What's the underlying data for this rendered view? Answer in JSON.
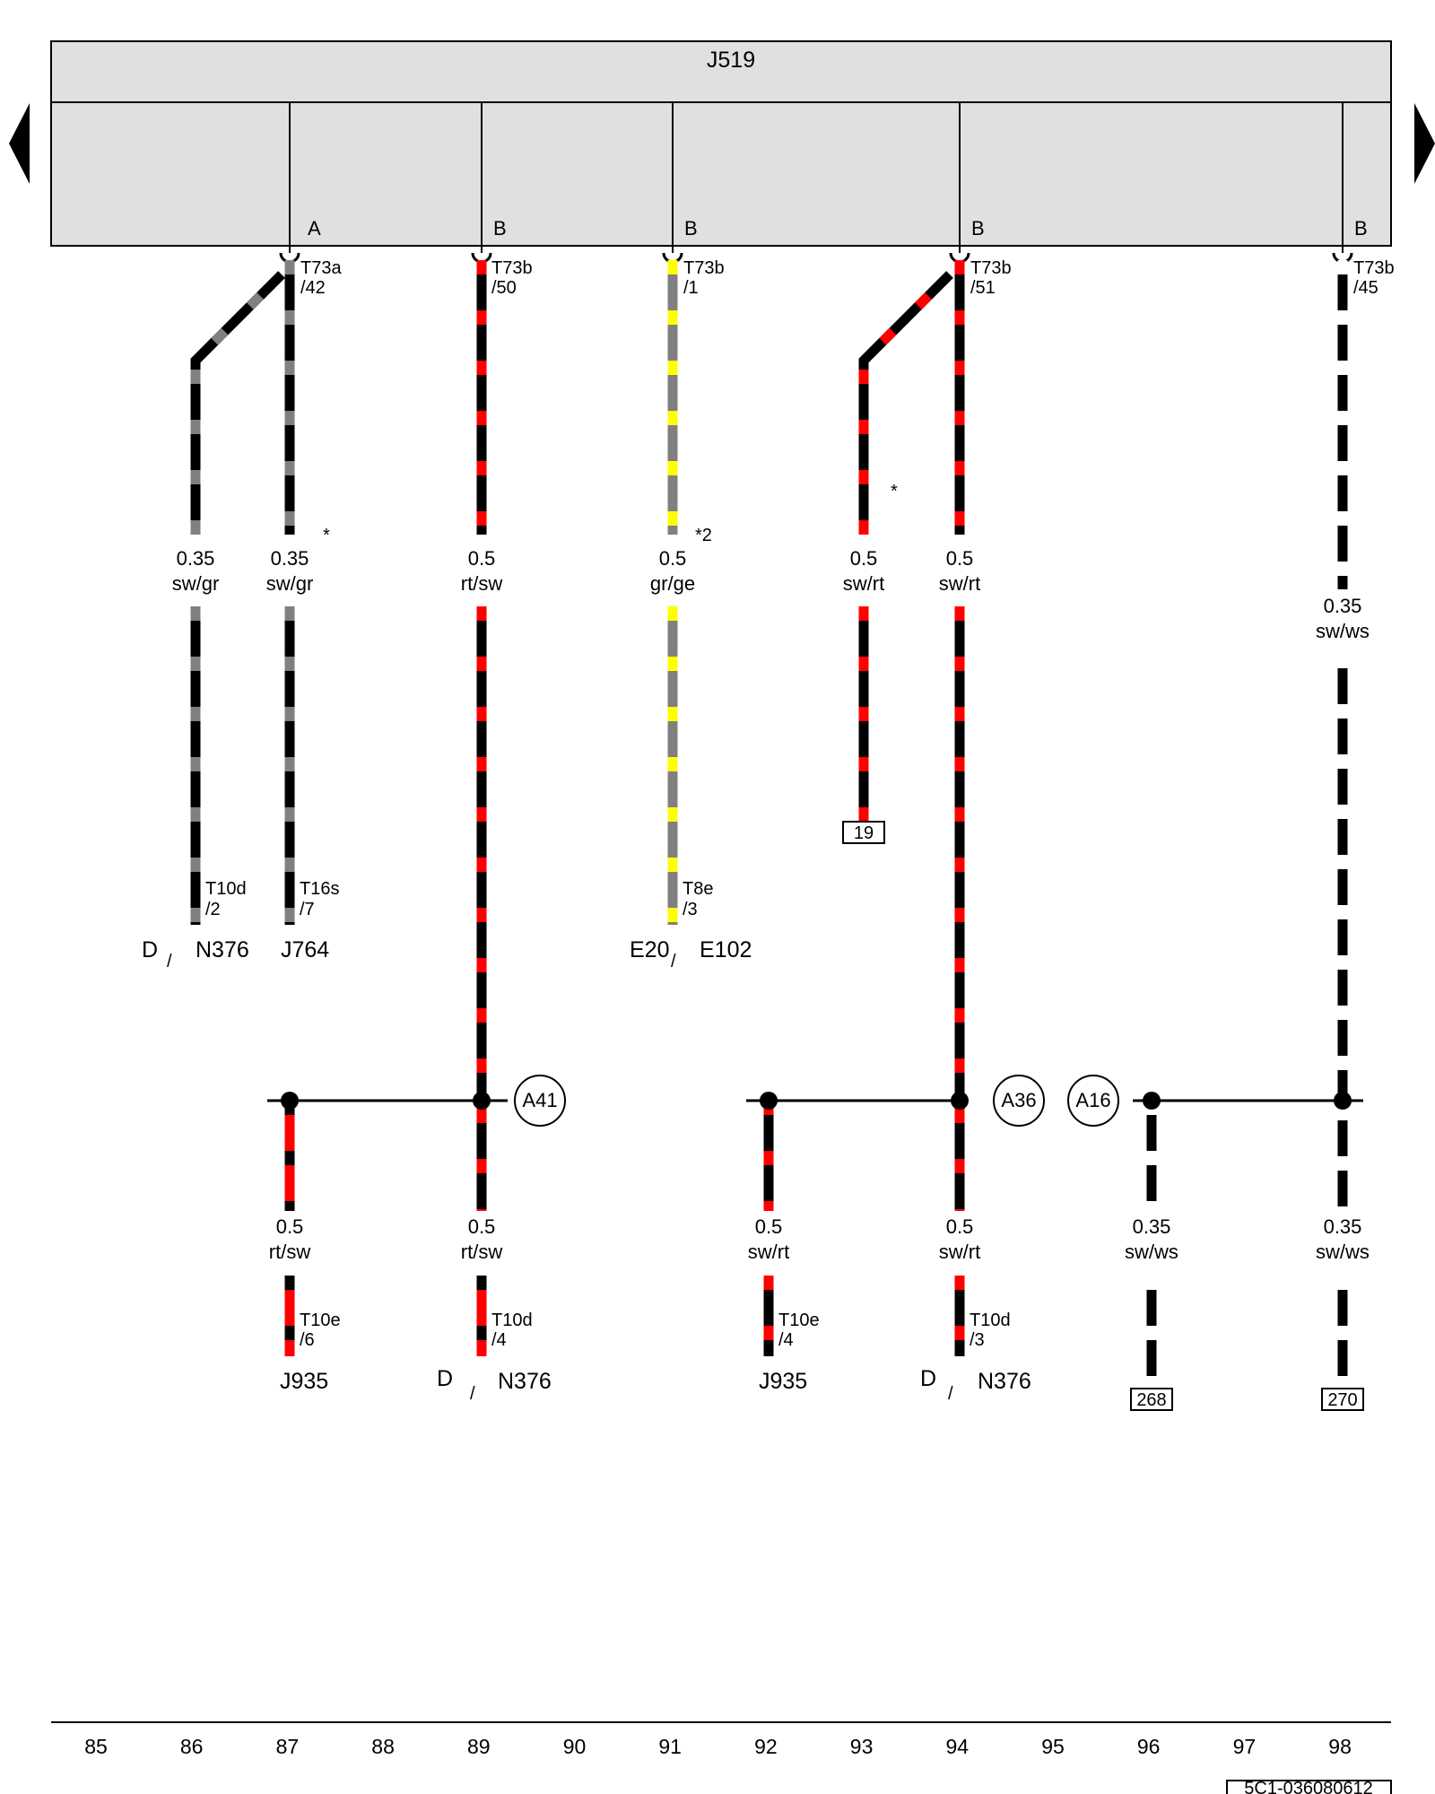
{
  "control_unit": {
    "name": "J519"
  },
  "colors": {
    "sw": "#000000",
    "gr": "#808080",
    "rt": "#ff0000",
    "ge": "#ffff00",
    "ws": "#ffffff",
    "housing": "#e0e0e0"
  },
  "nav": {
    "prev_icon": "triangle-left-icon",
    "next_icon": "triangle-right-icon"
  },
  "pins": [
    {
      "id": "p87",
      "socket": "A",
      "conn": "T73a",
      "num": "/42"
    },
    {
      "id": "p89",
      "socket": "B",
      "conn": "T73b",
      "num": "/50"
    },
    {
      "id": "p91",
      "socket": "B",
      "conn": "T73b",
      "num": "/1"
    },
    {
      "id": "p94",
      "socket": "B",
      "conn": "T73b",
      "num": "/51"
    },
    {
      "id": "p98",
      "socket": "B",
      "conn": "T73b",
      "num": "/45"
    }
  ],
  "wire_labels": [
    {
      "id": "w86",
      "size": "0.35",
      "color": "sw/gr"
    },
    {
      "id": "w87",
      "size": "0.35",
      "color": "sw/gr"
    },
    {
      "id": "w89",
      "size": "0.5",
      "color": "rt/sw"
    },
    {
      "id": "w91",
      "size": "0.5",
      "color": "gr/ge"
    },
    {
      "id": "w93",
      "size": "0.5",
      "color": "sw/rt"
    },
    {
      "id": "w94",
      "size": "0.5",
      "color": "sw/rt"
    },
    {
      "id": "w98",
      "size": "0.35",
      "color": "sw/ws"
    },
    {
      "id": "w87b",
      "size": "0.5",
      "color": "rt/sw"
    },
    {
      "id": "w89b",
      "size": "0.5",
      "color": "rt/sw"
    },
    {
      "id": "w92b",
      "size": "0.5",
      "color": "sw/rt"
    },
    {
      "id": "w94b",
      "size": "0.5",
      "color": "sw/rt"
    },
    {
      "id": "w96b",
      "size": "0.35",
      "color": "sw/ws"
    },
    {
      "id": "w98b",
      "size": "0.35",
      "color": "sw/ws"
    }
  ],
  "notes": {
    "n87": "*",
    "n91": "*2",
    "n93": "*"
  },
  "connectors": [
    {
      "id": "c86",
      "conn": "T10d",
      "num": "/2"
    },
    {
      "id": "c87",
      "conn": "T16s",
      "num": "/7"
    },
    {
      "id": "c91",
      "conn": "T8e",
      "num": "/3"
    },
    {
      "id": "c87b",
      "conn": "T10e",
      "num": "/6"
    },
    {
      "id": "c89b",
      "conn": "T10d",
      "num": "/4"
    },
    {
      "id": "c92b",
      "conn": "T10e",
      "num": "/4"
    },
    {
      "id": "c94b",
      "conn": "T10d",
      "num": "/3"
    }
  ],
  "components": {
    "d1": "D",
    "slash1": "/",
    "n376_1": "N376",
    "j764": "J764",
    "e20": "E20",
    "slash3": "/",
    "e102": "E102",
    "j935_1": "J935",
    "d2": "D",
    "slash2": "/",
    "n376_2": "N376",
    "j935_2": "J935",
    "d3": "D",
    "slash4": "/",
    "n376_3": "N376"
  },
  "splices": {
    "a41": "A41",
    "a36": "A36",
    "a16": "A16"
  },
  "references": {
    "r19": "19",
    "r268": "268",
    "r270": "270"
  },
  "ruler": [
    "85",
    "86",
    "87",
    "88",
    "89",
    "90",
    "91",
    "92",
    "93",
    "94",
    "95",
    "96",
    "97",
    "98"
  ],
  "doc_id": "5C1-036080612"
}
